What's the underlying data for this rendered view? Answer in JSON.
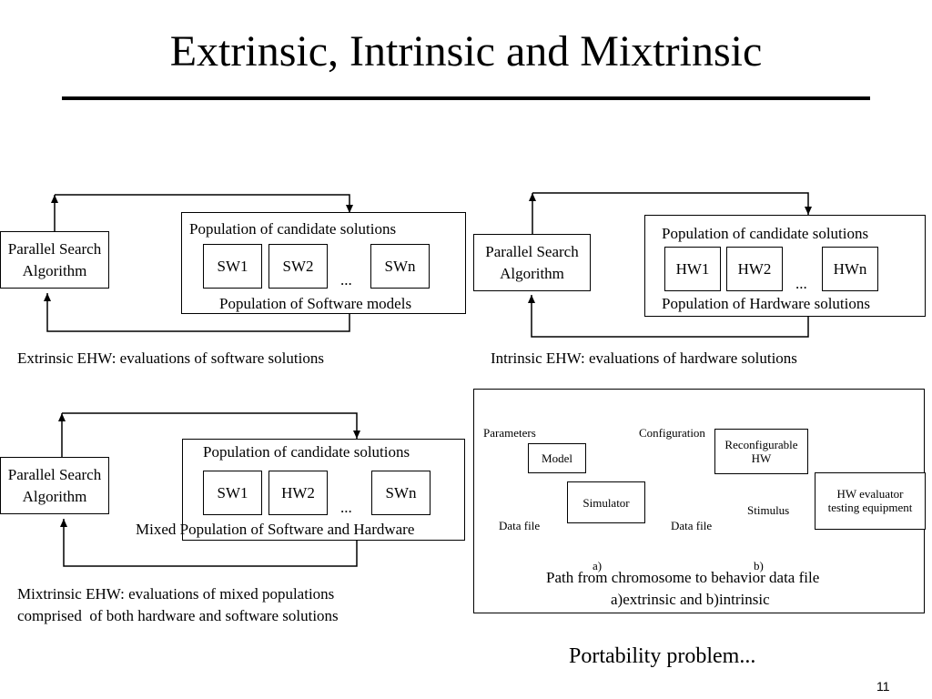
{
  "slide": {
    "title": "Extrinsic, Intrinsic and Mixtrinsic",
    "page_number": "11",
    "footer_note": "Portability problem..."
  },
  "extrinsic": {
    "algorithm": "Parallel Search\nAlgorithm",
    "population_label": "Population of candidate solutions",
    "cells": [
      "SW1",
      "SW2",
      "...",
      "SWn"
    ],
    "population_caption": "Population of Software models",
    "caption": "Extrinsic EHW: evaluations of software solutions"
  },
  "intrinsic": {
    "algorithm": "Parallel Search\nAlgorithm",
    "population_label": "Population of candidate solutions",
    "cells": [
      "HW1",
      "HW2",
      "...",
      "HWn"
    ],
    "population_caption": "Population of Hardware solutions",
    "caption": "Intrinsic EHW: evaluations of hardware solutions"
  },
  "mixtrinsic": {
    "algorithm": "Parallel Search\nAlgorithm",
    "population_label": "Population of candidate solutions",
    "cells": [
      "SW1",
      "HW2",
      "...",
      "SWn"
    ],
    "population_caption": "Mixed Population of Software and Hardware",
    "caption_line1": "Mixtrinsic EHW: evaluations of mixed populations",
    "caption_line2": "comprised  of both hardware and software solutions"
  },
  "path_diagram": {
    "left": {
      "input_label": "Parameters",
      "model": "Model",
      "simulator": "Simulator",
      "output_label": "Data file",
      "tag": "a)"
    },
    "right": {
      "input_label": "Configuration",
      "reconfigurable_line1": "Reconfigurable",
      "reconfigurable_line2": "HW",
      "evaluator_line1": "HW evaluator",
      "evaluator_line2": "testing equipment",
      "stimulus_label": "Stimulus",
      "output_label": "Data file",
      "tag": "b)"
    },
    "caption_line1": "Path from chromosome to behavior data file",
    "caption_line2": "a)extrinsic and b)intrinsic"
  }
}
